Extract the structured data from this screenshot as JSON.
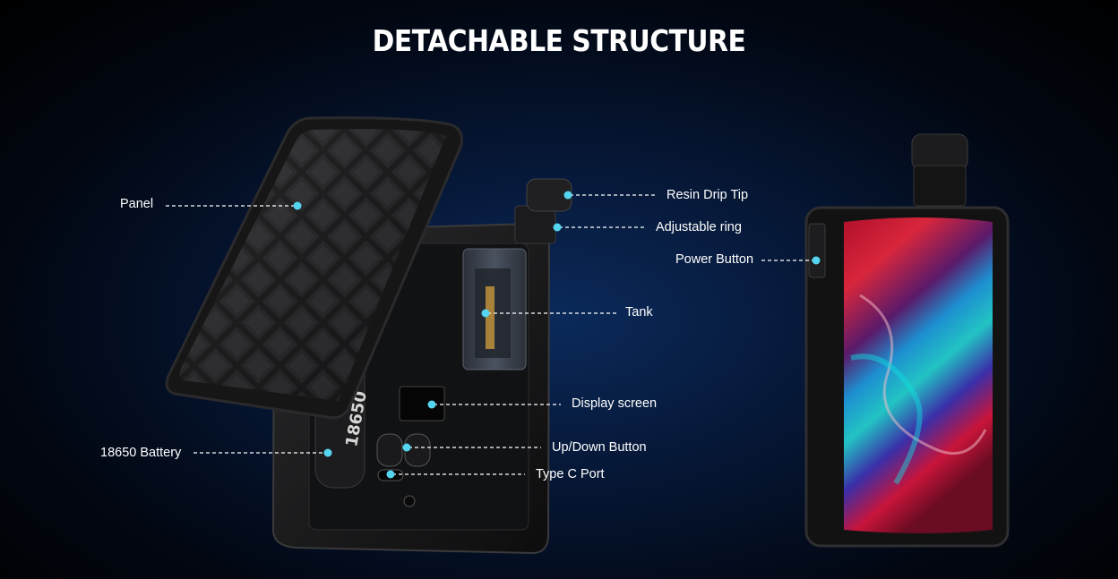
{
  "title": "DETACHABLE STRUCTURE",
  "callouts": {
    "panel": "Panel",
    "resin_drip_tip": "Resin Drip Tip",
    "adjustable_ring": "Adjustable ring",
    "power_button": "Power Button",
    "tank": "Tank",
    "display_screen": "Display screen",
    "battery": "18650 Battery",
    "up_down_button": "Up/Down Button",
    "type_c_port": "Type C Port"
  },
  "battery_print": "18650",
  "colors": {
    "dot": "#55d4f0",
    "background": "#020712"
  }
}
